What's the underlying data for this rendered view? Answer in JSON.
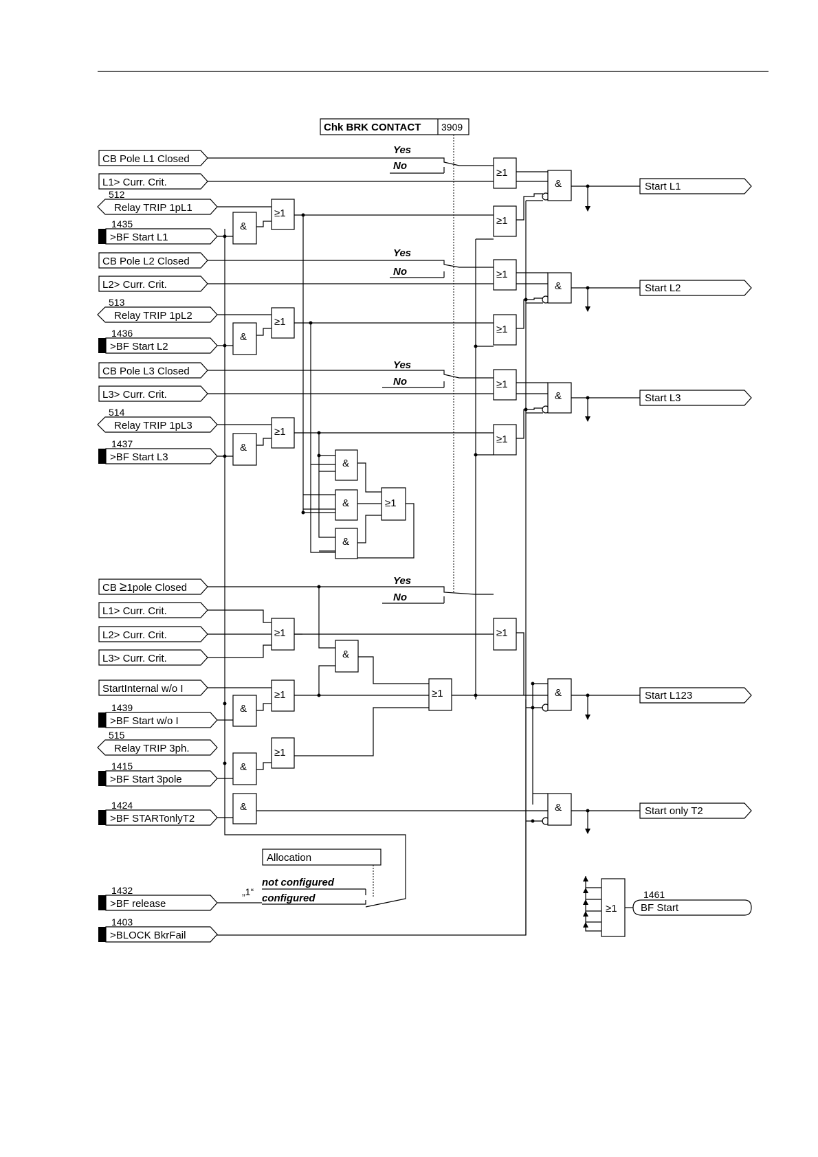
{
  "setting": {
    "name": "Chk BRK CONTACT",
    "address": "3909",
    "allocation_label": "Allocation"
  },
  "options": {
    "yes": "Yes",
    "no": "No",
    "not_configured": "not configured",
    "configured": "configured",
    "one": "„1“"
  },
  "gates": {
    "and": "&",
    "or": "≥1"
  },
  "inputs": {
    "cb_l1": "CB Pole L1 Closed",
    "crit_l1": "L1> Curr. Crit.",
    "trip_l1_num": "512",
    "trip_l1": "Relay TRIP 1pL1",
    "bf_l1_num": "1435",
    "bf_l1": ">BF Start L1",
    "cb_l2": "CB Pole L2 Closed",
    "crit_l2": "L2> Curr. Crit.",
    "trip_l2_num": "513",
    "trip_l2": "Relay TRIP 1pL2",
    "bf_l2_num": "1436",
    "bf_l2": ">BF Start L2",
    "cb_l3": "CB Pole L3 Closed",
    "crit_l3": "L3> Curr. Crit.",
    "trip_l3_num": "514",
    "trip_l3": "Relay TRIP 1pL3",
    "bf_l3_num": "1437",
    "bf_l3": ">BF Start L3",
    "cb_1pole_a": "CB ",
    "cb_1pole_sym": "≥",
    "cb_1pole_b": "1pole Closed",
    "crit_l1b": "L1> Curr. Crit.",
    "crit_l2b": "L2> Curr. Crit.",
    "crit_l3b": "L3> Curr. Crit.",
    "start_int": "StartInternal w/o I",
    "bf_woi_num": "1439",
    "bf_woi": ">BF Start w/o I",
    "trip_3ph_num": "515",
    "trip_3ph": "Relay TRIP 3ph.",
    "bf_3pole_num": "1415",
    "bf_3pole": ">BF Start 3pole",
    "bf_t2_num": "1424",
    "bf_t2": ">BF STARTonlyT2",
    "bf_release_num": "1432",
    "bf_release": ">BF release",
    "block_num": "1403",
    "block": ">BLOCK BkrFail"
  },
  "outputs": {
    "start_l1": "Start L1",
    "start_l2": "Start L2",
    "start_l3": "Start L3",
    "start_l123": "Start L123",
    "start_t2": "Start only T2",
    "bf_start_num": "1461",
    "bf_start": "BF Start"
  }
}
